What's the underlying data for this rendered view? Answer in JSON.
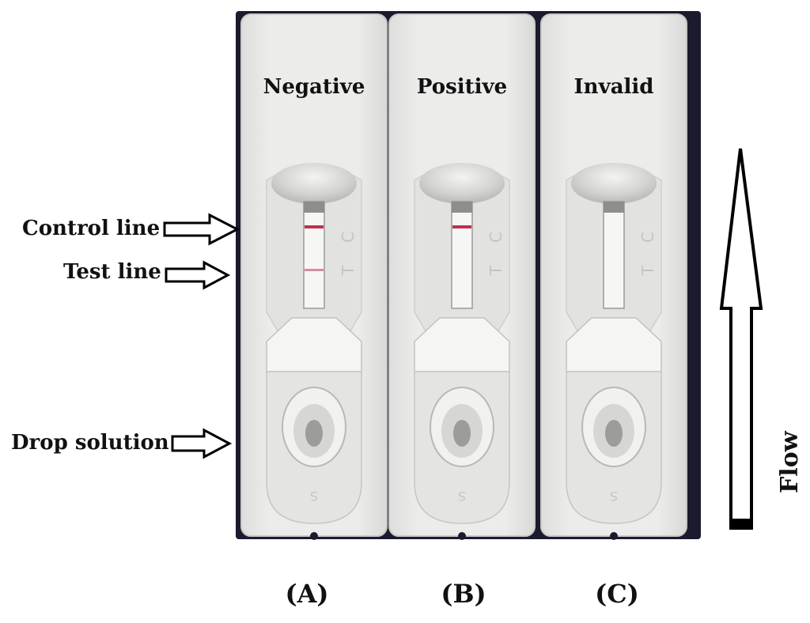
{
  "figure": {
    "cassettes": [
      {
        "title": "Negative",
        "caption": "(A)",
        "control_line": true,
        "test_line": true,
        "test_faint": true
      },
      {
        "title": "Positive",
        "caption": "(B)",
        "control_line": true,
        "test_line": false,
        "test_faint": false
      },
      {
        "title": "Invalid",
        "caption": "(C)",
        "control_line": false,
        "test_line": false,
        "test_faint": false
      }
    ],
    "window_marks": {
      "control": "C",
      "test": "T"
    },
    "well_mark": "S",
    "callouts": {
      "control_line": "Control line",
      "test_line": "Test line",
      "drop_solution": "Drop solution"
    },
    "flow_label": "Flow"
  },
  "colors": {
    "background": "#ffffff",
    "tray": "#1a1b2e",
    "cassette": "#e9e9e7",
    "cassette_edge": "#c8c8c6",
    "line_red": "#c0304f",
    "line_faint": "#d88aa0",
    "arrow_fill": "#ffffff",
    "arrow_stroke": "#000000",
    "text": "#111111"
  }
}
